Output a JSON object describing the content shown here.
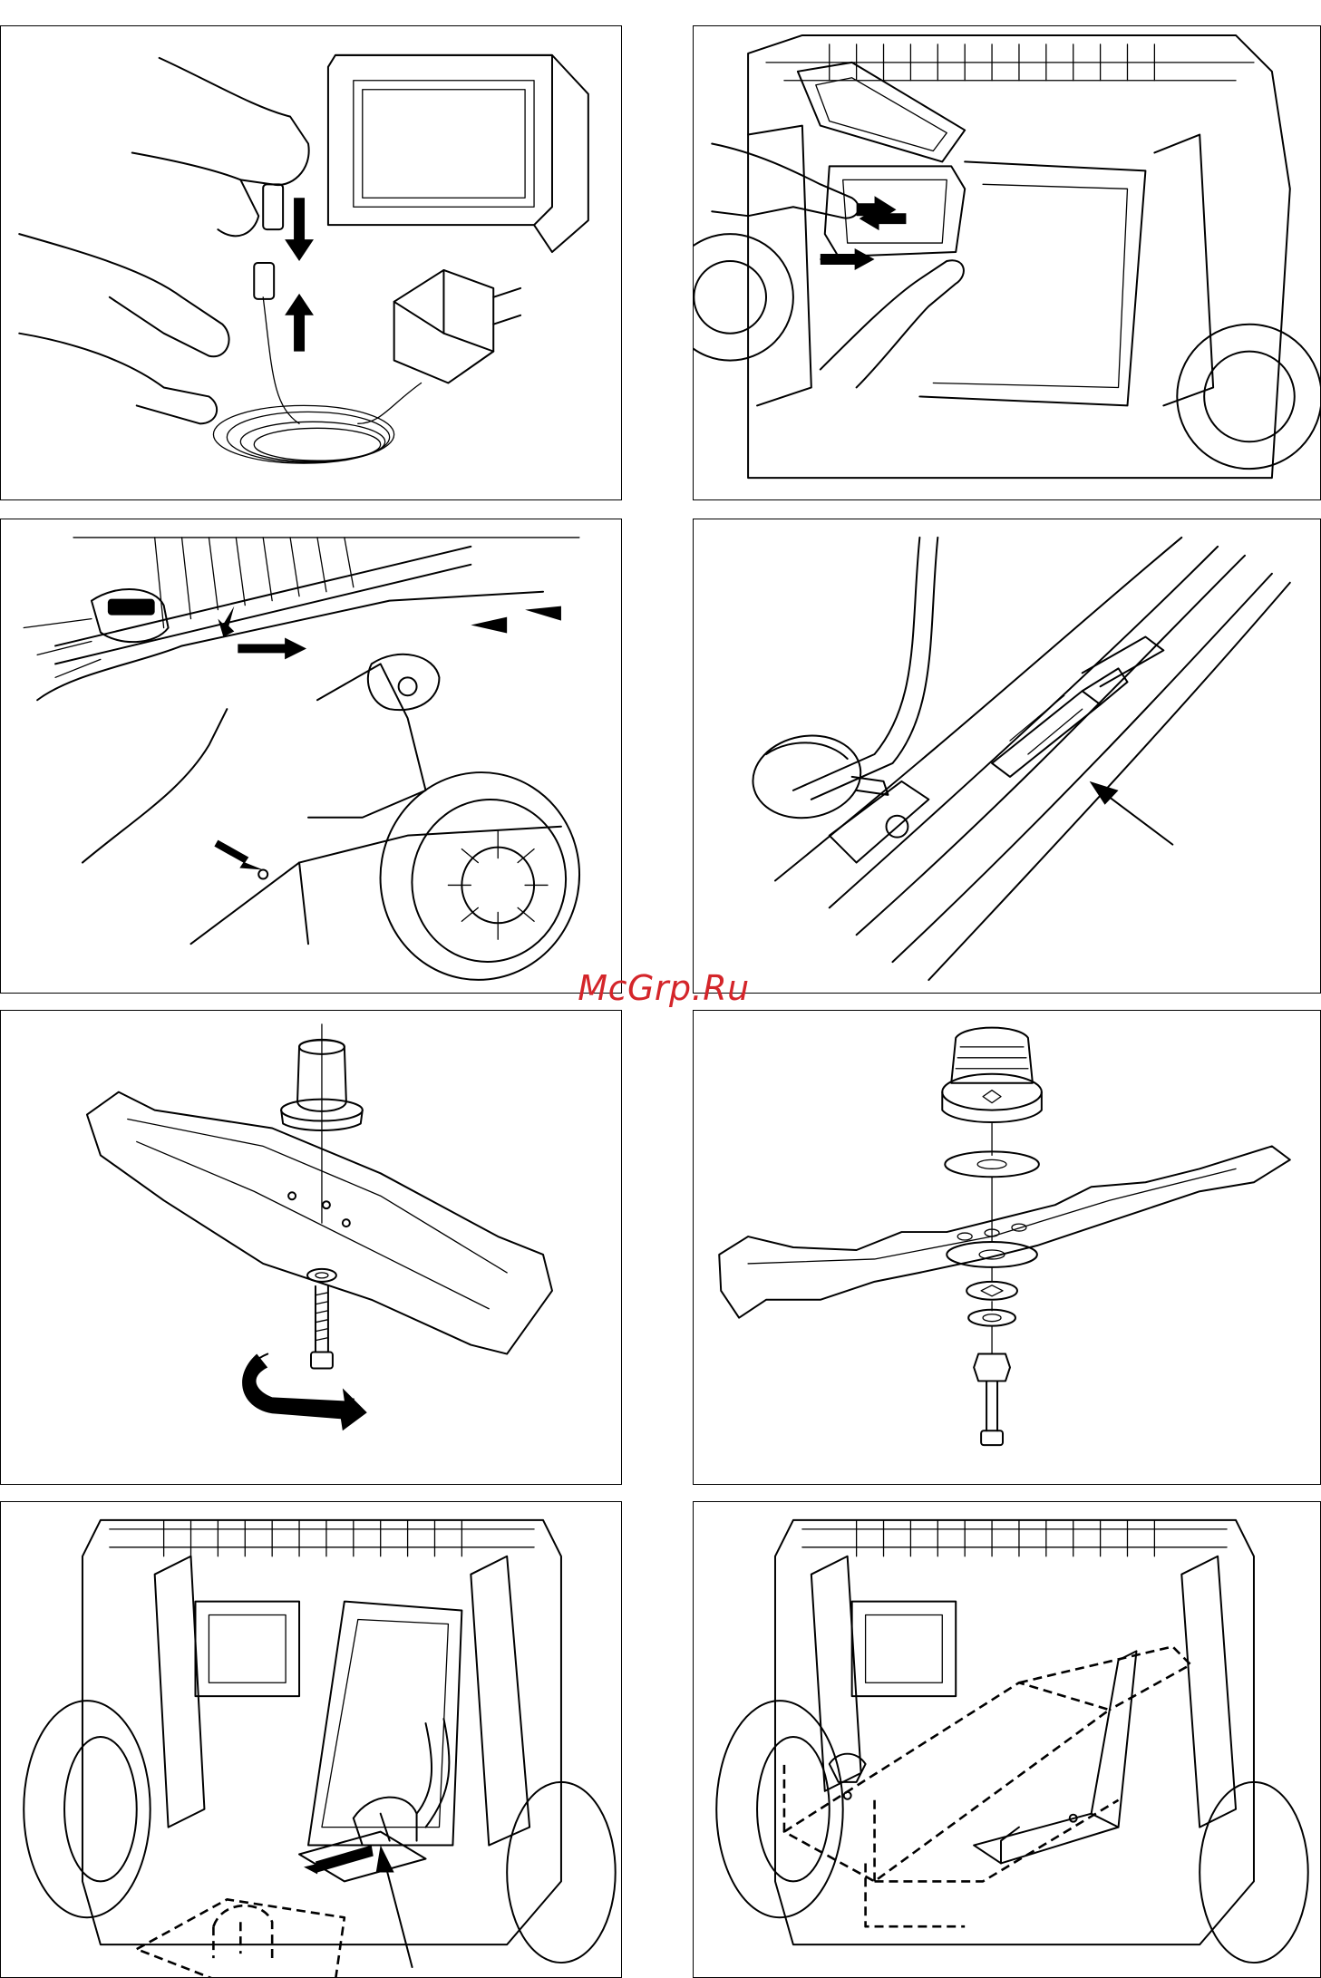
{
  "watermark": {
    "text": "McGrp.Ru",
    "color": "#d4252a"
  },
  "panels": [
    {
      "id": "p1",
      "icon": "charger-connect-illustration"
    },
    {
      "id": "p2",
      "icon": "battery-compartment-illustration"
    },
    {
      "id": "p3",
      "icon": "handle-mount-illustration"
    },
    {
      "id": "p4",
      "icon": "handle-knob-illustration"
    },
    {
      "id": "p5",
      "icon": "blade-removal-illustration"
    },
    {
      "id": "p6",
      "icon": "blade-assembly-illustration"
    },
    {
      "id": "p7",
      "icon": "deflector-removal-illustration"
    },
    {
      "id": "p8",
      "icon": "grass-box-insert-illustration"
    }
  ]
}
